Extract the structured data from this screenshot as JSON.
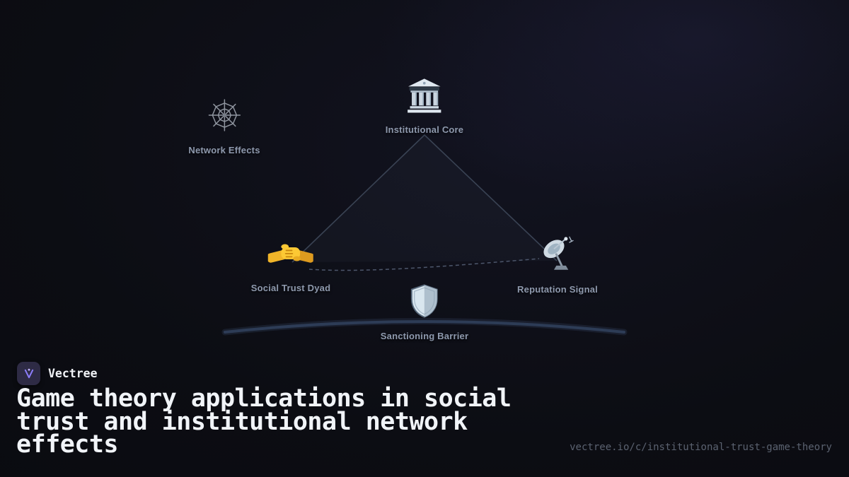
{
  "diagram": {
    "nodes": [
      {
        "id": "network-effects",
        "label": "Network Effects",
        "icon": "spider-web-icon"
      },
      {
        "id": "institutional-core",
        "label": "Institutional Core",
        "icon": "bank-icon"
      },
      {
        "id": "social-trust-dyad",
        "label": "Social Trust Dyad",
        "icon": "handshake-icon"
      },
      {
        "id": "reputation-signal",
        "label": "Reputation Signal",
        "icon": "satellite-dish-icon"
      },
      {
        "id": "sanctioning-barrier",
        "label": "Sanctioning Barrier",
        "icon": "shield-icon"
      }
    ],
    "connections": [
      {
        "from": "institutional-core",
        "to": "social-trust-dyad",
        "style": "solid"
      },
      {
        "from": "institutional-core",
        "to": "reputation-signal",
        "style": "solid"
      },
      {
        "from": "social-trust-dyad",
        "to": "reputation-signal",
        "style": "dashed"
      }
    ]
  },
  "footer": {
    "brand": "Vectree",
    "title": "Game theory applications in social trust and institutional network effects",
    "url": "vectree.io/c/institutional-trust-game-theory"
  },
  "colors": {
    "background": "#0c0d13",
    "label": "#8e99ad",
    "title": "#f1f4f8",
    "url": "#5b6270",
    "triangle_line": "#414b5d",
    "dashed_line": "#5d6880",
    "arc": "#2d3c56",
    "logo_bg": "#2e2b45",
    "logo_glyph": "#8b7cf8"
  }
}
